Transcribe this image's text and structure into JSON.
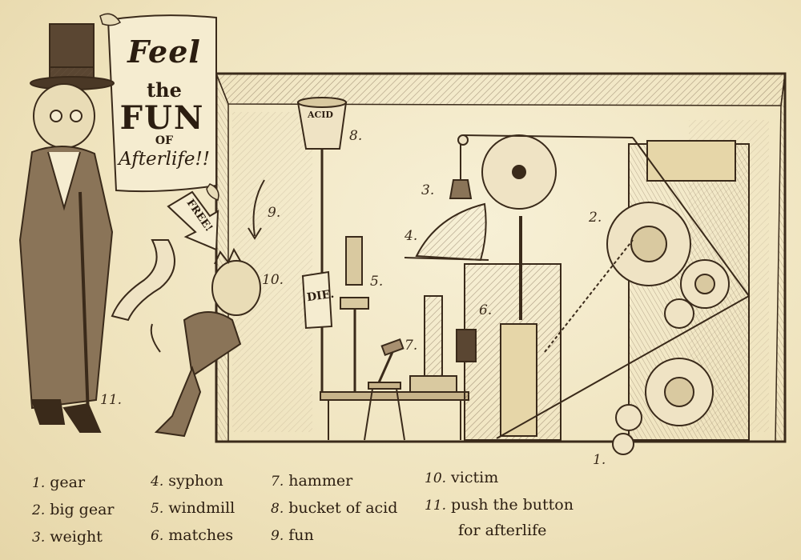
{
  "poster": {
    "line1": "Feel",
    "line2": "the",
    "line3": "FUN",
    "line4": "OF",
    "line5": "Afterlife!!"
  },
  "signs": {
    "free": "FREE!",
    "die": "DIE.",
    "acid": "ACID"
  },
  "figure_labels": [
    "1.",
    "2.",
    "3.",
    "4.",
    "5.",
    "6.",
    "7.",
    "8.",
    "9.",
    "10.",
    "11."
  ],
  "legend": [
    {
      "num": "1.",
      "text": "gear"
    },
    {
      "num": "2.",
      "text": "big gear"
    },
    {
      "num": "3.",
      "text": "weight"
    },
    {
      "num": "4.",
      "text": "syphon"
    },
    {
      "num": "5.",
      "text": "windmill"
    },
    {
      "num": "6.",
      "text": "matches"
    },
    {
      "num": "7.",
      "text": "hammer"
    },
    {
      "num": "8.",
      "text": "bucket of acid"
    },
    {
      "num": "9.",
      "text": "fun"
    },
    {
      "num": "10.",
      "text": "victim"
    },
    {
      "num": "11.",
      "text": "push the button"
    },
    {
      "num": "",
      "text": "for afterlife"
    }
  ]
}
